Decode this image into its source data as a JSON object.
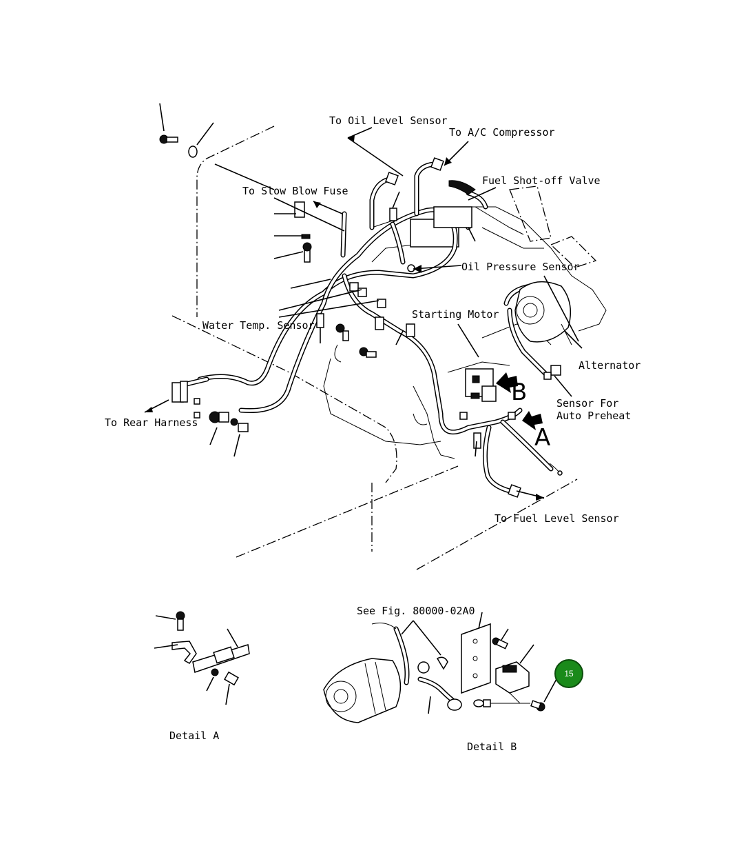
{
  "labels": {
    "to_oil_level_sensor": "To Oil Level Sensor",
    "to_ac_compressor": "To A/C Compressor",
    "fuel_shut_off_valve": "Fuel Shot-off Valve",
    "to_slow_blow_fuse": "To Slow Blow Fuse",
    "oil_pressure_sensor": "Oil Pressure Sensor",
    "water_temp_sensor": "Water Temp. Sensor",
    "starting_motor": "Starting Motor",
    "alternator": "Alternator",
    "sensor_for": "Sensor For",
    "auto_preheat": "Auto Preheat",
    "to_rear_harness": "To Rear Harness",
    "to_fuel_level_sensor": "To Fuel Level Sensor",
    "view_a": "A",
    "view_b": "B",
    "see_fig": "See Fig. 80000-02A0",
    "detail_a": "Detail A",
    "detail_b": "Detail B"
  },
  "badge": {
    "number": "15",
    "color": "#1a8a1a"
  }
}
